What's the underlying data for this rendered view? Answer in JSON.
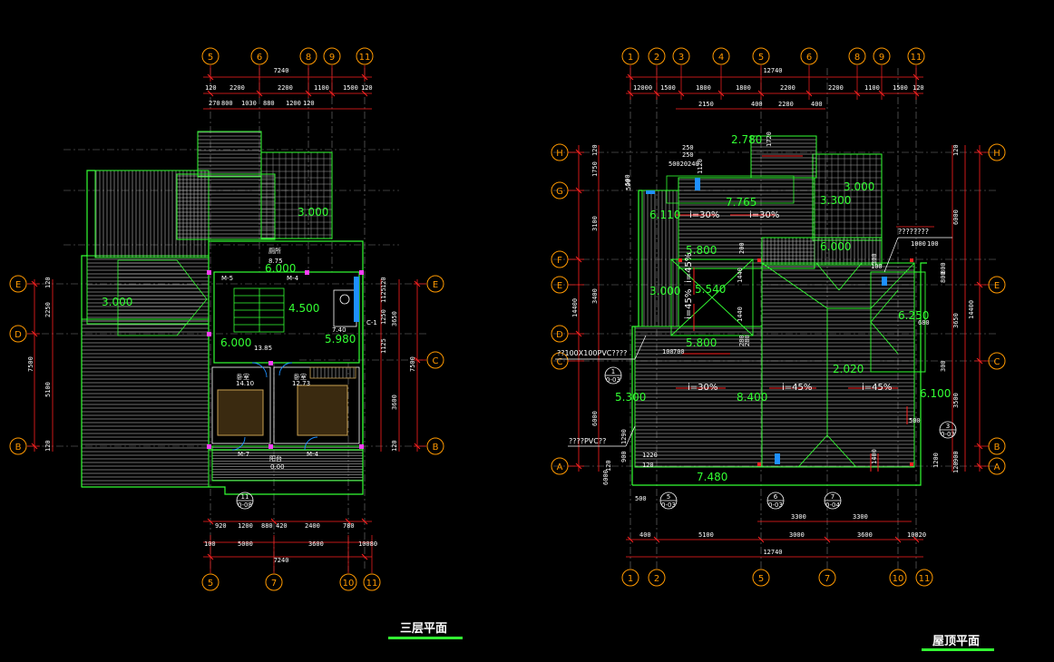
{
  "colors": {
    "background": "#000000",
    "axis_bubble": "#ff9900",
    "dimension_line": "#ff2020",
    "wall": "#33ff33",
    "hatch": "#cccccc",
    "elevation_text": "#33ff33",
    "title_underline": "#33ff33",
    "grid_line": "#8a8a8a",
    "window": "#1e90ff",
    "furniture": "#c8a050"
  },
  "left_plan": {
    "title": "三层平面",
    "top_axes": [
      "5",
      "6",
      "8",
      "9",
      "11"
    ],
    "bottom_axes": [
      "5",
      "7",
      "10",
      "11"
    ],
    "left_axes": [
      "E",
      "D",
      "B"
    ],
    "right_axes": [
      "E",
      "C",
      "B"
    ],
    "top_total": "7240",
    "top_row1": [
      "120",
      "2200",
      "2200",
      "1100",
      "1500",
      "120"
    ],
    "top_row2": [
      "270",
      "800",
      "1030",
      "880",
      "1200",
      "120"
    ],
    "bottom_row1": [
      "920",
      "1200",
      "880",
      "420",
      "2400",
      "780"
    ],
    "bottom_row2": [
      "100",
      "5000",
      "3600",
      "10080"
    ],
    "bottom_total": "7240",
    "left_dims": [
      "120",
      "2250",
      "7500",
      "5100",
      "120"
    ],
    "right_dims": [
      "120",
      "1125",
      "1250",
      "1125",
      "3600",
      "7500",
      "120",
      "3650"
    ],
    "elevations": [
      "3.000",
      "6.000",
      "4.500",
      "6.000",
      "5.980",
      "3.000"
    ],
    "room_labels": [
      "卧室",
      "卧室",
      "阳台",
      "厕所"
    ],
    "room_values": [
      "14.10",
      "13.85",
      "12.73",
      "8.75",
      "0.00",
      "7.40"
    ],
    "window_tags": [
      "M-5",
      "M-4",
      "M-7",
      "M-4",
      "C-1"
    ],
    "marker_text": [
      "11",
      "0-08"
    ]
  },
  "right_plan": {
    "title": "屋顶平面",
    "top_axes": [
      "1",
      "2",
      "3",
      "4",
      "5",
      "6",
      "8",
      "9",
      "11"
    ],
    "bottom_axes": [
      "1",
      "2",
      "5",
      "7",
      "10",
      "11"
    ],
    "left_axes": [
      "H",
      "G",
      "F",
      "E",
      "D",
      "C",
      "A"
    ],
    "right_axes": [
      "H",
      "E",
      "C",
      "B",
      "A"
    ],
    "top_total": "12740",
    "top_row1": [
      "12000",
      "1500",
      "1800",
      "1800",
      "2200",
      "2200",
      "1100",
      "1500",
      "120"
    ],
    "top_row2": [
      "2150",
      "400",
      "2280",
      "400"
    ],
    "top_row3": [
      "250",
      "50020",
      "240",
      "1120"
    ],
    "bottom_row1": [
      "500",
      "3300",
      "3300"
    ],
    "bottom_row2": [
      "400",
      "5100",
      "3000",
      "3600",
      "10020"
    ],
    "bottom_total": "12740",
    "left_dims": [
      "120",
      "1750",
      "3100",
      "3400",
      "6000",
      "14400",
      "120",
      "900",
      "1290",
      "6000",
      "500"
    ],
    "right_dims": [
      "120",
      "6000",
      "800",
      "3650",
      "14400",
      "300",
      "3500",
      "1200",
      "900",
      "120",
      "1000",
      "100"
    ],
    "elevations": [
      "2.780",
      "7.765",
      "3.300",
      "3.000",
      "6.110",
      "6.000",
      "5.800",
      "3.000",
      "5.540",
      "5.800",
      "6.250",
      "2.020",
      "5.300",
      "8.400",
      "6.100",
      "7.480"
    ],
    "slopes": [
      "i=30%",
      "i=30%",
      "i=45%",
      "i=45%",
      "i=30%",
      "i=45%",
      "i=45%"
    ],
    "notes": [
      "????????",
      "??100X100PVC????",
      "????PVC??"
    ],
    "markers": [
      [
        "1",
        "0-03"
      ],
      [
        "3",
        "0-03"
      ],
      [
        "5",
        "0-03"
      ],
      [
        "6",
        "0-03"
      ],
      [
        "7",
        "0-04"
      ]
    ],
    "misc_dims": [
      "250",
      "500",
      "1440",
      "1440",
      "1720",
      "120",
      "100",
      "200",
      "700",
      "100",
      "280",
      "280",
      "680",
      "1220",
      "800",
      "1400",
      "500",
      "300"
    ]
  }
}
